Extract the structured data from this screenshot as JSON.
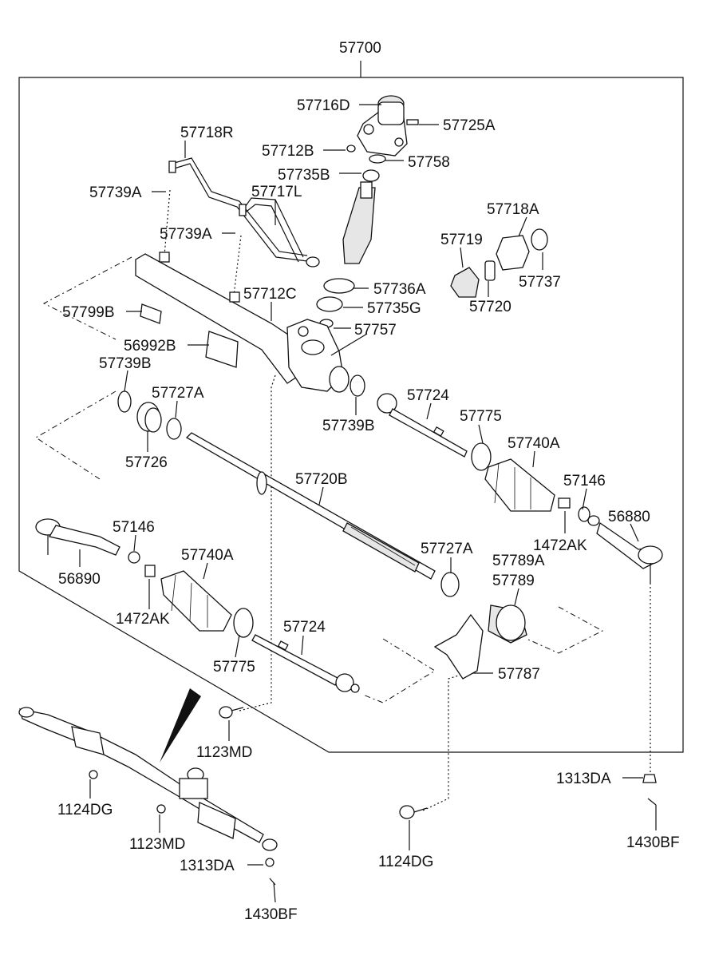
{
  "labels": {
    "l57700": "57700",
    "l57716D": "57716D",
    "l57725A": "57725A",
    "l57718R": "57718R",
    "l57712B": "57712B",
    "l57758": "57758",
    "l57735B": "57735B",
    "l57739A_1": "57739A",
    "l57717L": "57717L",
    "l57718A": "57718A",
    "l57739A_2": "57739A",
    "l57719": "57719",
    "l57737": "57737",
    "l57712C": "57712C",
    "l57736A": "57736A",
    "l57799B": "57799B",
    "l57735G": "57735G",
    "l57720": "57720",
    "l57757": "57757",
    "l56992B": "56992B",
    "l57739B_1": "57739B",
    "l57727A_1": "57727A",
    "l57724_1": "57724",
    "l57739B_2": "57739B",
    "l57775_1": "57775",
    "l57726": "57726",
    "l57740A_1": "57740A",
    "l57720B": "57720B",
    "l57146_1": "57146",
    "l56880": "56880",
    "l57146_2": "57146",
    "l1472AK_1": "1472AK",
    "l57740A_2": "57740A",
    "l57727A_2": "57727A",
    "l56890": "56890",
    "l57789A": "57789A",
    "l57789": "57789",
    "l1472AK_2": "1472AK",
    "l57724_2": "57724",
    "l57775_2": "57775",
    "l57787": "57787",
    "l1123MD_1": "1123MD",
    "l1124DG_1": "1124DG",
    "l1313DA_1": "1313DA",
    "l1123MD_2": "1123MD",
    "l1430BF_1": "1430BF",
    "l1313DA_2": "1313DA",
    "l1124DG_2": "1124DG",
    "l1430BF_2": "1430BF"
  }
}
